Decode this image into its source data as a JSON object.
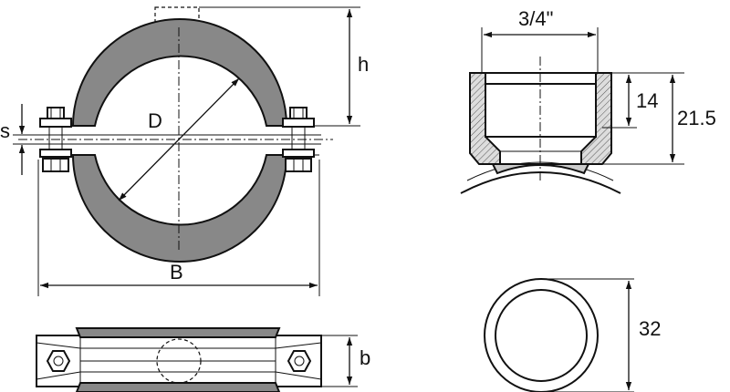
{
  "labels": {
    "h": "h",
    "s": "s",
    "D": "D",
    "B": "B",
    "b": "b",
    "thread": "3/4\"",
    "dim_14": "14",
    "dim_21_5": "21.5",
    "dim_32": "32"
  },
  "colors": {
    "lining": "#888888",
    "metal": "#cccccc",
    "line": "#111111"
  }
}
